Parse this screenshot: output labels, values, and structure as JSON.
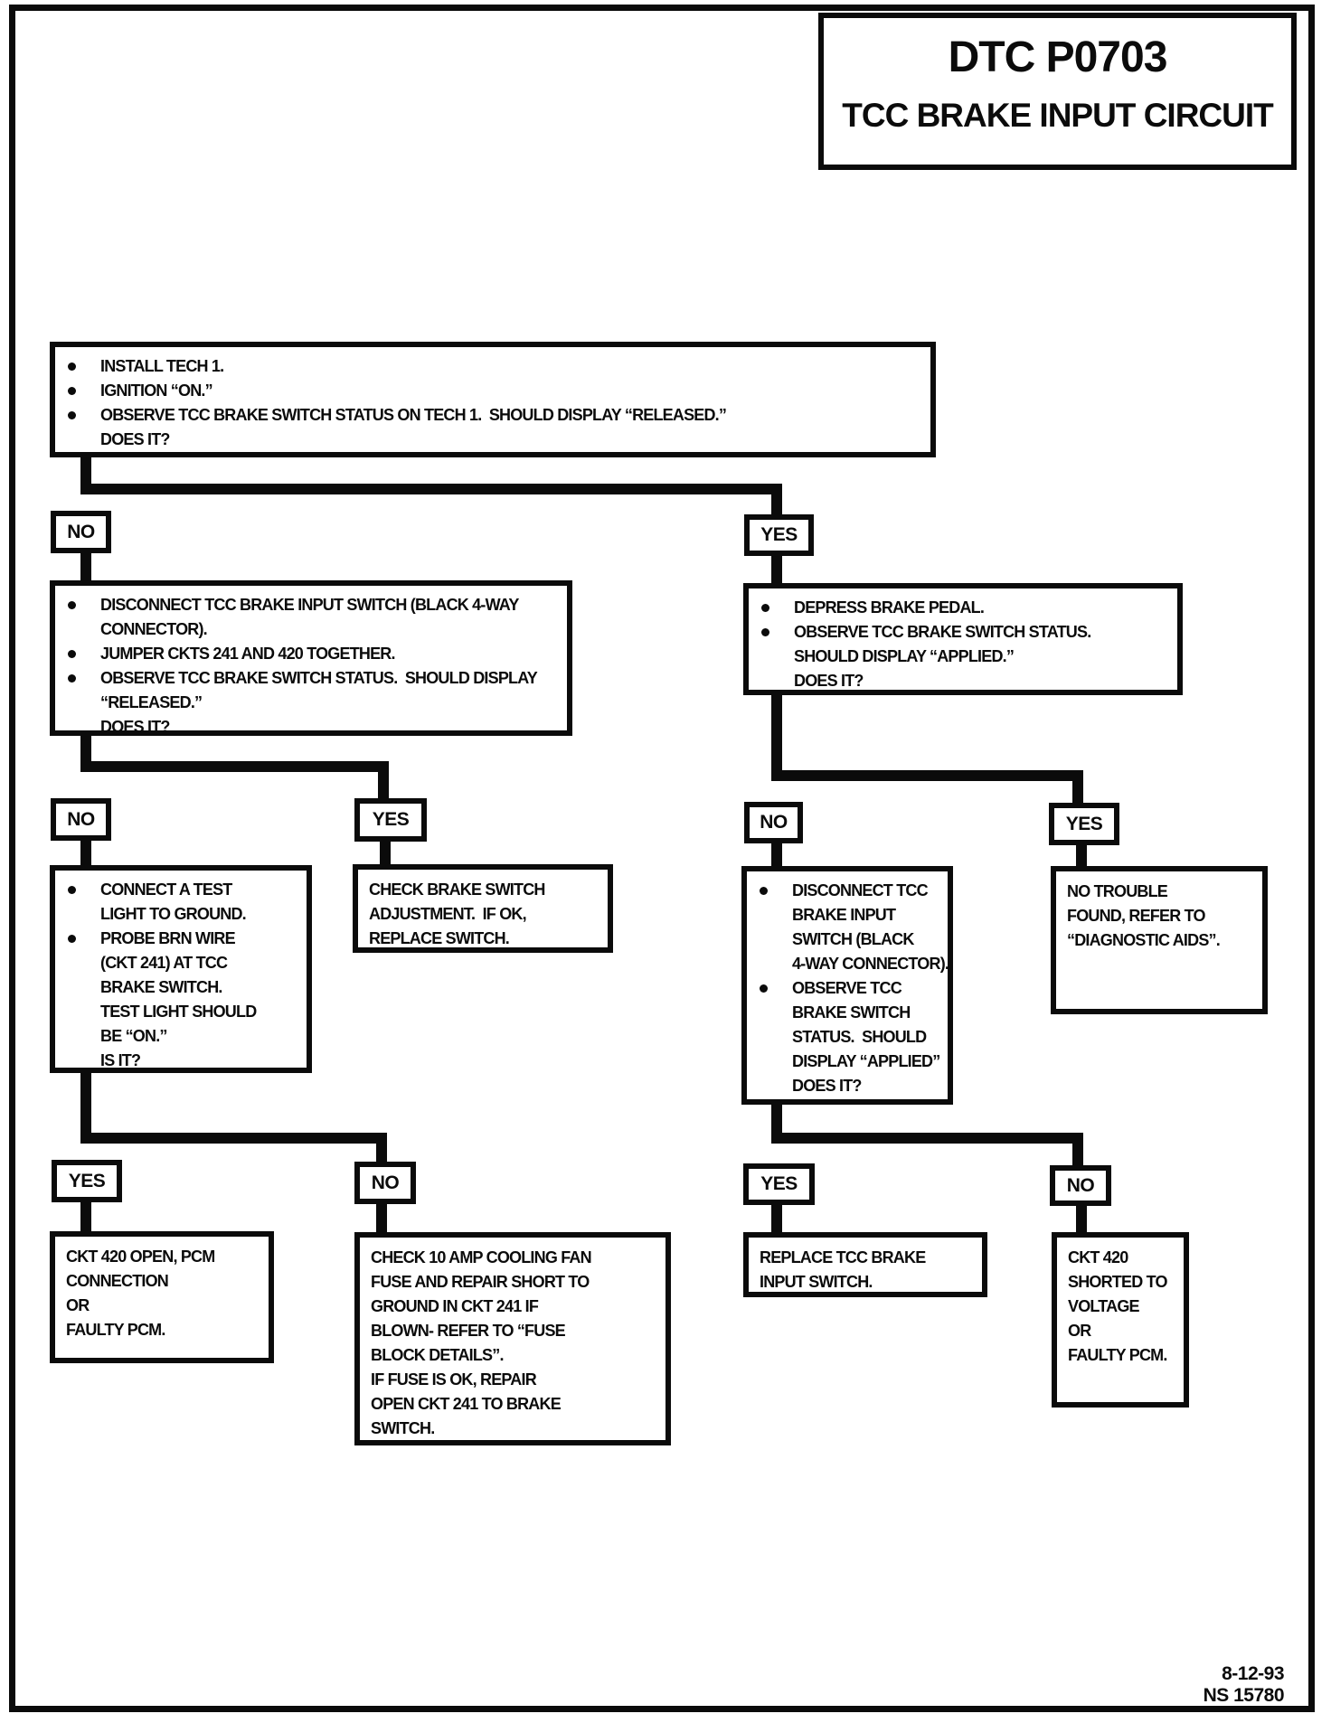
{
  "header": {
    "code": "DTC P0703",
    "name": "TCC BRAKE INPUT CIRCUIT"
  },
  "footer": {
    "date": "8-12-93",
    "doc_number": "NS 15780"
  },
  "flow": {
    "step1": {
      "bullets": [
        "INSTALL TECH 1.",
        "IGNITION “ON.”",
        "OBSERVE TCC BRAKE SWITCH STATUS ON TECH 1.  SHOULD DISPLAY “RELEASED.”\nDOES IT?"
      ]
    },
    "step2": {
      "bullets": [
        "DISCONNECT TCC BRAKE INPUT SWITCH (BLACK 4-WAY\nCONNECTOR).",
        "JUMPER CKTS 241 AND 420 TOGETHER.",
        "OBSERVE TCC BRAKE SWITCH STATUS.  SHOULD DISPLAY\n“RELEASED.”\nDOES IT?"
      ]
    },
    "step3": {
      "bullets": [
        "DEPRESS BRAKE PEDAL.",
        "OBSERVE TCC BRAKE SWITCH STATUS.\nSHOULD DISPLAY “APPLIED.”\nDOES IT?"
      ]
    },
    "step4": {
      "bullets": [
        "CONNECT A TEST\nLIGHT TO GROUND.",
        "PROBE BRN WIRE\n(CKT 241) AT TCC\nBRAKE SWITCH.\nTEST LIGHT SHOULD\nBE “ON.”\nIS IT?"
      ]
    },
    "step5": {
      "bullets": [
        "DISCONNECT TCC\nBRAKE INPUT\nSWITCH (BLACK\n4-WAY CONNECTOR).",
        "OBSERVE TCC\nBRAKE SWITCH\nSTATUS.  SHOULD\nDISPLAY “APPLIED”\nDOES IT?"
      ]
    },
    "decisions": {
      "d1_no": "NO",
      "d1_yes": "YES",
      "d2_no": "NO",
      "d2_yes": "YES",
      "d3_no": "NO",
      "d3_yes": "YES",
      "d4_yes": "YES",
      "d4_no": "NO",
      "d5_yes": "YES",
      "d5_no": "NO"
    },
    "results": {
      "adjust": "CHECK BRAKE SWITCH\nADJUSTMENT.  IF OK,\nREPLACE SWITCH.",
      "no_trouble": "NO TROUBLE\nFOUND, REFER TO\n“DIAGNOSTIC AIDS”.",
      "ckt420_open": "CKT 420 OPEN, PCM\nCONNECTION\nOR\nFAULTY PCM.",
      "fuse": "CHECK 10 AMP COOLING FAN\nFUSE AND REPAIR SHORT TO\nGROUND IN CKT 241 IF\nBLOWN- REFER TO “FUSE\nBLOCK DETAILS”.\nIF FUSE IS OK, REPAIR\nOPEN CKT 241 TO BRAKE\nSWITCH.",
      "replace": "REPLACE TCC BRAKE\nINPUT SWITCH.",
      "ckt420_short": "CKT 420\nSHORTED TO\nVOLTAGE\nOR\nFAULTY PCM."
    }
  }
}
